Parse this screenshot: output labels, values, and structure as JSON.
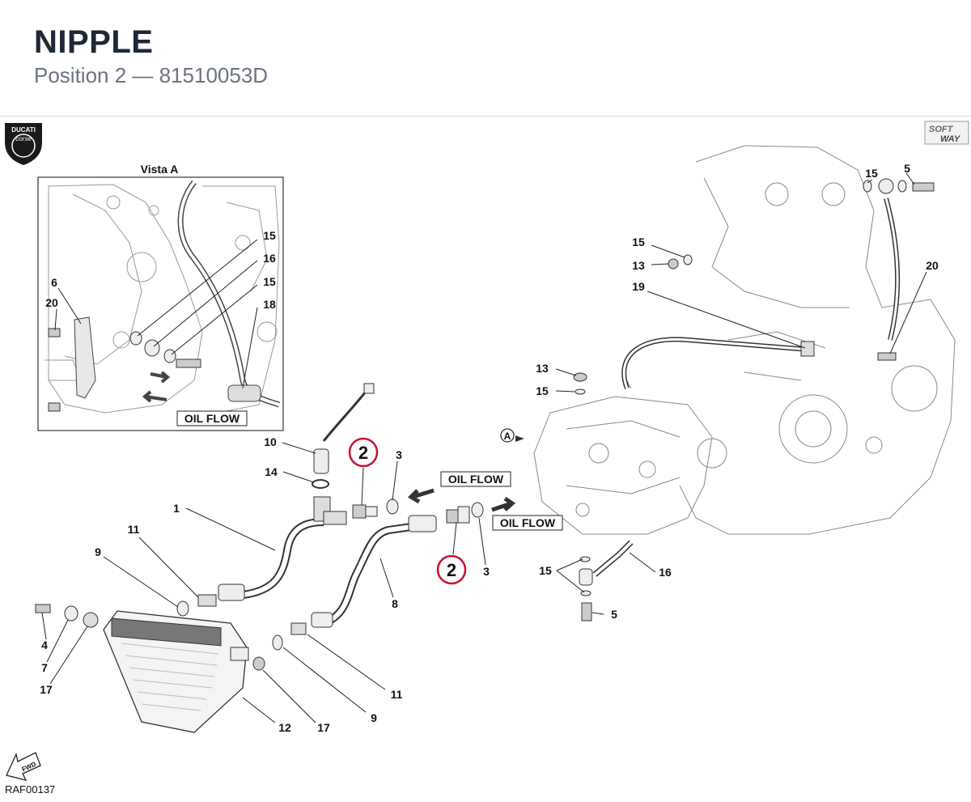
{
  "header": {
    "title": "NIPPLE",
    "subtitle": "Position 2 — 81510053D"
  },
  "logos": {
    "brand_left_top": "DUCATI",
    "brand_left_bottom": "corse",
    "brand_right_top": "SOFT",
    "brand_right_bottom": "WAY",
    "fwd": "FWD"
  },
  "inset": {
    "title": "Vista A",
    "oil_flow": "OIL FLOW",
    "labels": [
      "15",
      "16",
      "15",
      "18",
      "6",
      "20"
    ]
  },
  "callouts": {
    "part_2_top": "2",
    "part_2_bottom": "2",
    "view_marker": "A"
  },
  "oil_flow": {
    "upper": "OIL FLOW",
    "lower": "OIL FLOW"
  },
  "labels": {
    "l15_top": "15",
    "l5_top": "5",
    "l15_mid": "15",
    "l13_mid": "13",
    "l20": "20",
    "l19": "19",
    "l13_low": "13",
    "l15_low": "15",
    "l10": "10",
    "l14": "14",
    "l3_top": "3",
    "l1": "1",
    "l11_left": "11",
    "l9_left": "9",
    "l4": "4",
    "l7": "7",
    "l17_left": "17",
    "l8": "8",
    "l3_bottom": "3",
    "l15_pair": "15",
    "l16": "16",
    "l5_bottom": "5",
    "l11_right": "11",
    "l9_right": "9",
    "l12": "12",
    "l17_right": "17"
  },
  "footer": {
    "code": "RAF00137"
  },
  "colors": {
    "callout_ring": "#c8102e",
    "ink": "#111111",
    "title": "#1e2838",
    "subtitle": "#6b7280"
  }
}
